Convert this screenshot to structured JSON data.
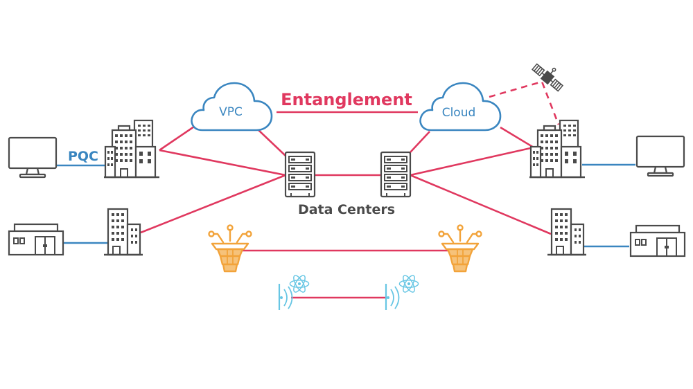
{
  "labels": {
    "entanglement": "Entanglement",
    "pqc": "PQC",
    "vpc": "VPC",
    "cloud": "Cloud",
    "data_centers": "Data Centers"
  },
  "colors": {
    "entanglement_link": "#e0385f",
    "pqc_link": "#3a86c0",
    "cloud_stroke": "#3a86c0",
    "cloud_fill": "#ffffff",
    "device_stroke": "#4a4a4a",
    "quantum_node": "#f2a33a",
    "atom_icon": "#67c6e4",
    "text_dark": "#4a4a4a"
  },
  "icons": {
    "monitor": "monitor-icon",
    "building": "office-building-icon",
    "shop": "storefront-icon",
    "cloud": "cloud-icon",
    "server": "server-rack-icon",
    "satellite": "satellite-icon",
    "quantum": "quantum-processor-icon",
    "atom": "atom-icon"
  }
}
